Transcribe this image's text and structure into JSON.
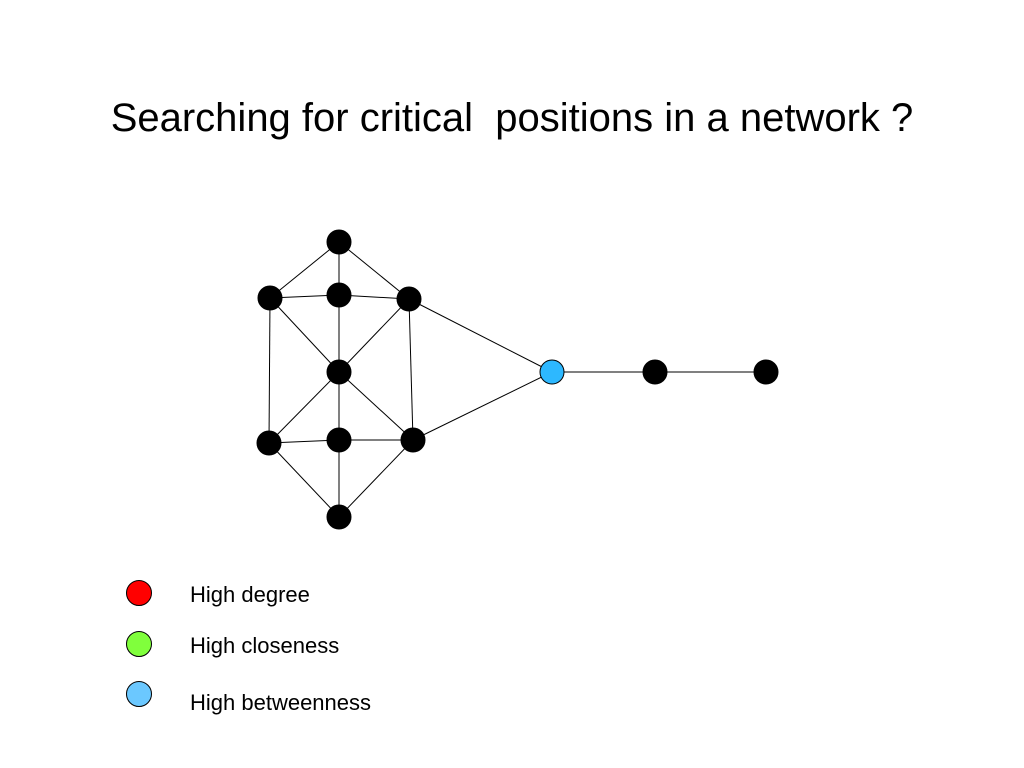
{
  "title": "Searching for critical  positions in a network ?",
  "colors": {
    "default_node": "#000000",
    "high_degree": "#ff0000",
    "high_closeness": "#80ff3c",
    "high_betweenness": "#2db8ff",
    "legend_betweenness": "#6bc8ff"
  },
  "graph": {
    "nodes": [
      {
        "id": "top",
        "role": "default"
      },
      {
        "id": "upper-left",
        "role": "default"
      },
      {
        "id": "upper-middle",
        "role": "default"
      },
      {
        "id": "upper-right",
        "role": "default"
      },
      {
        "id": "center",
        "role": "default"
      },
      {
        "id": "lower-left",
        "role": "default"
      },
      {
        "id": "lower-middle",
        "role": "default"
      },
      {
        "id": "lower-right",
        "role": "default"
      },
      {
        "id": "bottom",
        "role": "default"
      },
      {
        "id": "bridge",
        "role": "high_betweenness"
      },
      {
        "id": "tail-1",
        "role": "default"
      },
      {
        "id": "tail-2",
        "role": "default"
      }
    ],
    "edges": [
      [
        "top",
        "upper-left"
      ],
      [
        "top",
        "upper-middle"
      ],
      [
        "top",
        "upper-right"
      ],
      [
        "upper-left",
        "upper-middle"
      ],
      [
        "upper-middle",
        "upper-right"
      ],
      [
        "upper-left",
        "lower-left"
      ],
      [
        "upper-right",
        "lower-right"
      ],
      [
        "upper-left",
        "center"
      ],
      [
        "upper-middle",
        "center"
      ],
      [
        "upper-right",
        "center"
      ],
      [
        "center",
        "lower-left"
      ],
      [
        "center",
        "lower-middle"
      ],
      [
        "center",
        "lower-right"
      ],
      [
        "lower-left",
        "lower-middle"
      ],
      [
        "lower-middle",
        "lower-right"
      ],
      [
        "lower-left",
        "bottom"
      ],
      [
        "lower-middle",
        "bottom"
      ],
      [
        "lower-right",
        "bottom"
      ],
      [
        "upper-right",
        "bridge"
      ],
      [
        "lower-right",
        "bridge"
      ],
      [
        "bridge",
        "tail-1"
      ],
      [
        "tail-1",
        "tail-2"
      ]
    ]
  },
  "legend": [
    {
      "label": "High degree",
      "color_key": "high_degree"
    },
    {
      "label": "High closeness",
      "color_key": "high_closeness"
    },
    {
      "label": "High betweenness",
      "color_key": "legend_betweenness"
    }
  ]
}
